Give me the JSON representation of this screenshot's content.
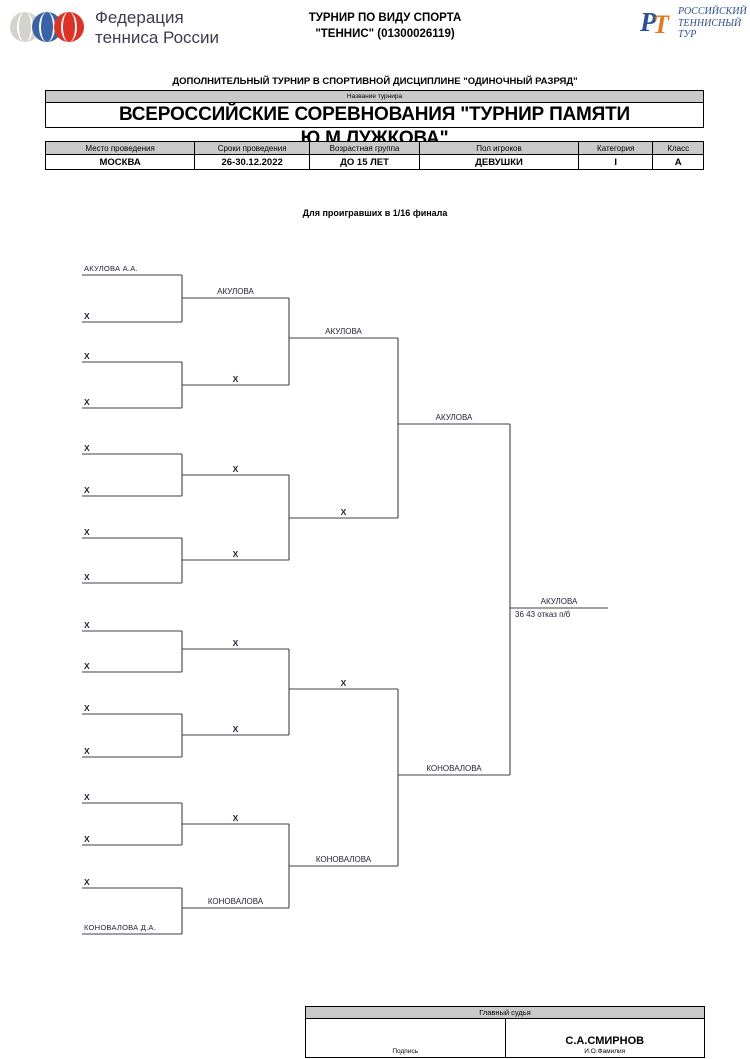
{
  "header": {
    "federation_name": "Федерация\nтенниса России",
    "sport_title": "ТУРНИР ПО ВИДУ СПОРТА\n\"ТЕННИС\" (01300026119)",
    "rtt_mark_left": "Р",
    "rtt_mark_right": "Т",
    "rtt_name": "РОССИЙСКИЙ\nТЕННИСНЫЙ\nТУР"
  },
  "title": {
    "discipline_line": "ДОПОЛНИТЕЛЬНЫЙ ТУРНИР В СПОРТИВНОЙ ДИСЦИПЛИНЕ \"ОДИНОЧНЫЙ РАЗРЯД\"",
    "caption": "Название турнира",
    "name": "ВСЕРОССИЙСКИЕ СОРЕВНОВАНИЯ \"ТУРНИР ПАМЯТИ Ю.М.ЛУЖКОВА\""
  },
  "info": {
    "headers": [
      "Место проведения",
      "Сроки проведения",
      "Возрастная группа",
      "Пол игроков",
      "Категория",
      "Класс"
    ],
    "values": [
      "МОСКВА",
      "26-30.12.2022",
      "ДО 15 ЛЕТ",
      "ДЕВУШКИ",
      "I",
      "А"
    ]
  },
  "bracket": {
    "subtitle": "Для проигравших в 1/16 финала",
    "round1": [
      "АКУЛОВА        А.А.",
      "X",
      "X",
      "X",
      "X",
      "X",
      "X",
      "X",
      "X",
      "X",
      "X",
      "X",
      "X",
      "X",
      "X",
      "КОНОВАЛОВА   Д.А."
    ],
    "round2": [
      "АКУЛОВА",
      "X",
      "X",
      "X",
      "X",
      "X",
      "X",
      "КОНОВАЛОВА"
    ],
    "round3": [
      "АКУЛОВА",
      "X",
      "X",
      "КОНОВАЛОВА"
    ],
    "round4": [
      "АКУЛОВА",
      "КОНОВАЛОВА"
    ],
    "final_winner": "АКУЛОВА",
    "final_score": "36 43 отказ п/б"
  },
  "footer": {
    "title": "Главный судья",
    "signature_caption": "Подпись",
    "judge_name": "С.А.СМИРНОВ",
    "name_caption": "И.О.Фамилия"
  }
}
